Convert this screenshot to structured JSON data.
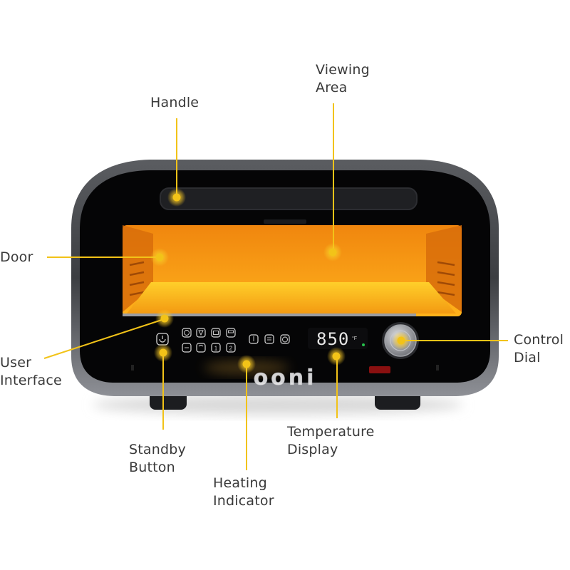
{
  "accent": "#f2c318",
  "oven": {
    "brand": "ooni",
    "temperature_value": "850",
    "temperature_unit": "°F",
    "preset_keys": [
      "1",
      "2"
    ]
  },
  "labels": {
    "handle": [
      "Handle"
    ],
    "viewing_area": [
      "Viewing",
      "Area"
    ],
    "door": [
      "Door"
    ],
    "user_interface": [
      "User",
      "Interface"
    ],
    "control_dial": [
      "Control",
      "Dial"
    ],
    "standby_button": [
      "Standby",
      "Button"
    ],
    "temperature_display": [
      "Temperature",
      "Display"
    ],
    "heating_indicator": [
      "Heating",
      "Indicator"
    ]
  }
}
